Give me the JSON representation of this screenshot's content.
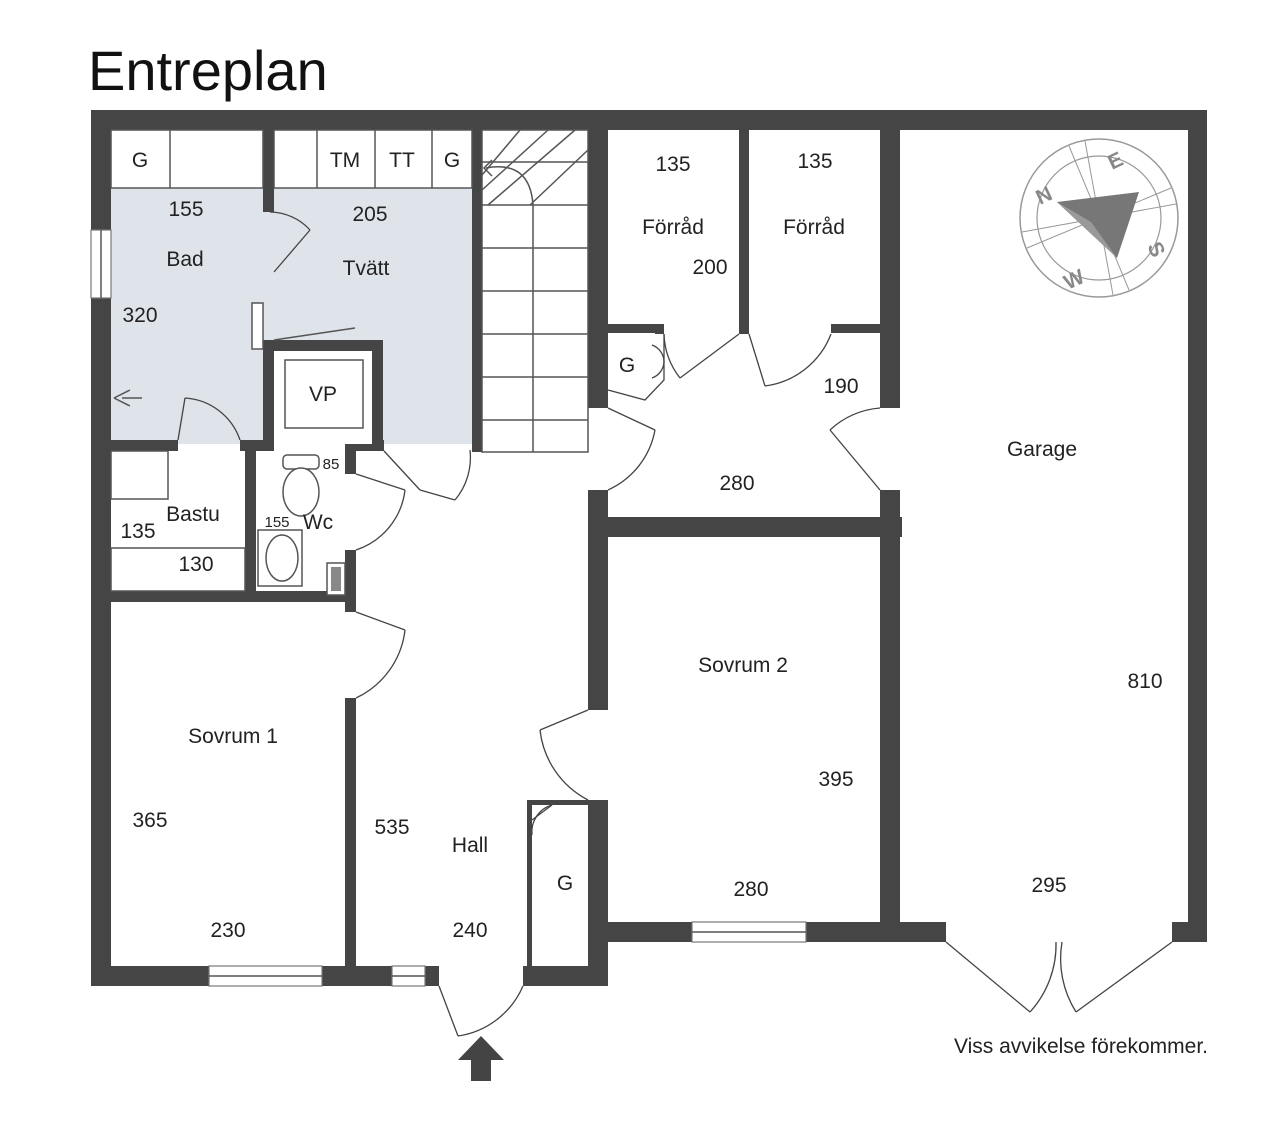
{
  "title": "Entreplan",
  "disclaimer": "Viss avvikelse förekommer.",
  "colors": {
    "wall": "#454545",
    "wet_room": "#dfe3ea",
    "background": "#ffffff",
    "compass": "#888888"
  },
  "rooms": {
    "bad": {
      "name": "Bad",
      "width": "155",
      "depth": "320"
    },
    "tvatt": {
      "name": "Tvätt",
      "width": "205"
    },
    "bastu": {
      "name": "Bastu",
      "depth": "135",
      "width": "130"
    },
    "wc": {
      "name": "Wc",
      "depth": "155",
      "width": "85"
    },
    "forrad_1": {
      "name": "Förråd",
      "width": "135",
      "depth": "200"
    },
    "forrad_2": {
      "name": "Förråd",
      "width": "135"
    },
    "passage": {
      "depth": "190",
      "width": "280"
    },
    "garage": {
      "name": "Garage",
      "depth": "810",
      "width": "295"
    },
    "sovrum_1": {
      "name": "Sovrum 1",
      "depth": "365",
      "width": "230"
    },
    "sovrum_2": {
      "name": "Sovrum 2",
      "depth": "395",
      "width": "280"
    },
    "hall": {
      "name": "Hall",
      "depth": "535",
      "width": "240"
    }
  },
  "fixtures": {
    "g_bad": "G",
    "tm": "TM",
    "tt": "TT",
    "g_tvatt": "G",
    "vp": "VP",
    "g_corner": "G",
    "g_hall": "G"
  },
  "compass": {
    "n": "N",
    "e": "E",
    "s": "S",
    "w": "W"
  },
  "icons": {
    "entrance": "entrance-arrow-icon",
    "compass": "compass-rose-icon"
  }
}
